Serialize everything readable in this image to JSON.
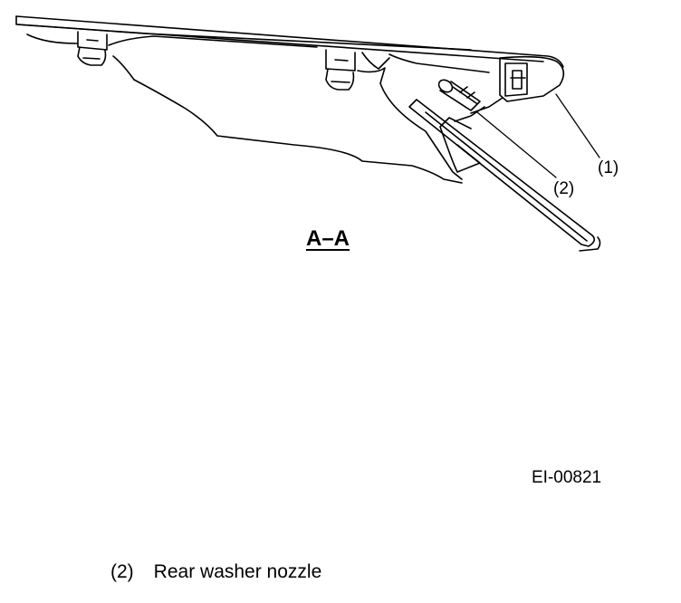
{
  "figure": {
    "section_title": "A–A",
    "callout_1": "(1)",
    "callout_2": "(2)",
    "figure_id": "EI-00821"
  },
  "legend": {
    "item_number": "(2)",
    "item_label": "Rear washer nozzle"
  }
}
